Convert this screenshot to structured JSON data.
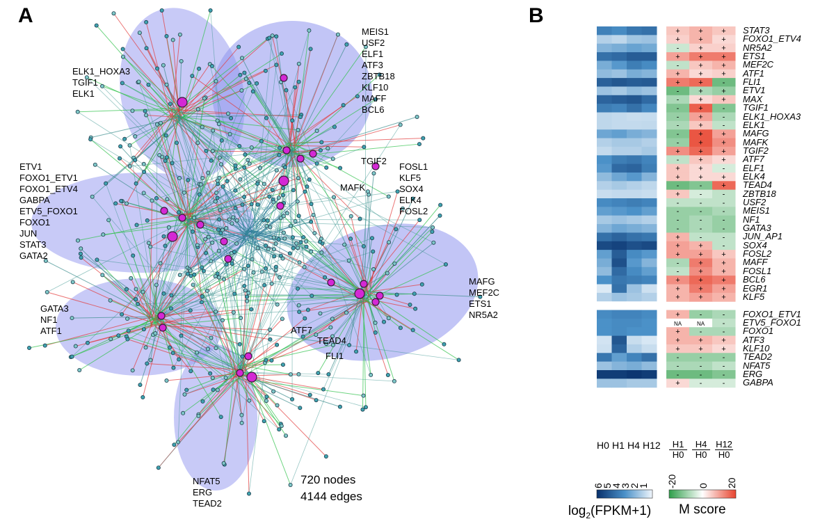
{
  "panelA": {
    "letter": "A",
    "groups": [
      [
        "ELK1_HOXA3",
        "TGIF1",
        "ELK1"
      ],
      [
        "MEIS1",
        "USF2",
        "ELF1",
        "ATF3",
        "ZBTB18",
        "KLF10",
        "MAFF",
        "BCL6"
      ],
      [
        "ETV1",
        "FOXO1_ETV1",
        "FOXO1_ETV4",
        "GABPA",
        "ETV5_FOXO1",
        "FOXO1",
        "JUN",
        "STAT3",
        "GATA2"
      ],
      [
        "TGIF2",
        "MAFK"
      ],
      [
        "FOSL1",
        "KLF5",
        "SOX4",
        "ELK4",
        "FOSL2"
      ],
      [
        "MAFG",
        "MEF2C",
        "ETS1",
        "NR5A2"
      ],
      [
        "GATA3",
        "NF1",
        "ATF1"
      ],
      [
        "ATF7",
        "TEAD4",
        "FLI1"
      ],
      [
        "NFAT5",
        "ERG",
        "TEAD2"
      ]
    ],
    "nodes_text": "720 nodes",
    "edges_text": "4144 edges"
  },
  "panelB": {
    "letter": "B",
    "tf_names": [
      "STAT3",
      "FOXO1_ETV4",
      "NR5A2",
      "ETS1",
      "MEF2C",
      "ATF1",
      "FLI1",
      "ETV1",
      "MAX",
      "TGIF1",
      "ELK1_HOXA3",
      "ELK1",
      "MAFG",
      "MAFK",
      "TGIF2",
      "ATF7",
      "ELF1",
      "ELK4",
      "TEAD4",
      "ZBTB18",
      "USF2",
      "MEIS1",
      "NF1",
      "GATA3",
      "JUN_AP1",
      "SOX4",
      "FOSL2",
      "MAFF",
      "FOSL1",
      "BCL6",
      "EGR1",
      "KLF5",
      "FOXO1_ETV1",
      "ETV5_FOXO1",
      "FOXO1",
      "ATF3",
      "KLF10",
      "TEAD2",
      "NFAT5",
      "ERG",
      "GABPA"
    ],
    "expr_columns": [
      "H0",
      "H1",
      "H4",
      "H12"
    ],
    "expr_values": [
      [
        4.5,
        4.2,
        4.8,
        5.0
      ],
      [
        2.2,
        2.0,
        2.5,
        2.6
      ],
      [
        3.0,
        3.2,
        3.5,
        3.3
      ],
      [
        5.0,
        5.2,
        5.6,
        5.6
      ],
      [
        3.2,
        3.8,
        4.6,
        4.2
      ],
      [
        2.8,
        2.6,
        3.2,
        3.0
      ],
      [
        5.5,
        5.8,
        5.6,
        5.7
      ],
      [
        2.6,
        2.4,
        2.8,
        2.6
      ],
      [
        5.4,
        5.6,
        5.8,
        5.2
      ],
      [
        4.6,
        4.4,
        5.0,
        4.3
      ],
      [
        2.0,
        1.8,
        1.6,
        1.7
      ],
      [
        2.0,
        1.8,
        1.8,
        1.9
      ],
      [
        3.4,
        3.6,
        3.2,
        3.0
      ],
      [
        2.2,
        2.4,
        2.4,
        2.2
      ],
      [
        1.8,
        2.2,
        2.2,
        2.4
      ],
      [
        4.0,
        4.6,
        4.8,
        4.4
      ],
      [
        3.8,
        5.2,
        5.4,
        4.6
      ],
      [
        2.8,
        3.4,
        3.8,
        3.0
      ],
      [
        2.2,
        2.4,
        2.2,
        2.0
      ],
      [
        1.6,
        1.8,
        1.8,
        1.6
      ],
      [
        4.2,
        4.4,
        4.6,
        4.4
      ],
      [
        3.6,
        3.8,
        4.0,
        3.6
      ],
      [
        2.4,
        2.6,
        2.4,
        2.2
      ],
      [
        3.0,
        3.4,
        3.2,
        3.0
      ],
      [
        5.0,
        5.4,
        5.0,
        4.8
      ],
      [
        6.2,
        6.4,
        6.0,
        6.2
      ],
      [
        3.6,
        5.6,
        4.2,
        3.8
      ],
      [
        3.2,
        6.0,
        3.8,
        3.0
      ],
      [
        2.8,
        5.2,
        4.2,
        3.6
      ],
      [
        4.0,
        4.8,
        4.6,
        4.4
      ],
      [
        0.8,
        5.0,
        2.6,
        1.4
      ],
      [
        2.2,
        2.6,
        2.4,
        2.2
      ],
      [
        0.4,
        0.4,
        0.4,
        0.4
      ],
      [
        4.2,
        4.4,
        4.4,
        4.2
      ],
      [
        4.0,
        4.2,
        4.2,
        4.0
      ],
      [
        4.0,
        4.2,
        4.0,
        4.0
      ],
      [
        1.2,
        5.8,
        1.6,
        1.0
      ],
      [
        1.4,
        5.4,
        2.2,
        1.6
      ],
      [
        4.8,
        3.6,
        4.4,
        5.0
      ],
      [
        2.6,
        3.0,
        3.2,
        2.8
      ],
      [
        6.6,
        6.6,
        6.8,
        6.6
      ],
      [
        2.6,
        2.6,
        2.4,
        2.4
      ]
    ],
    "mscore_columns": [
      {
        "num": "H1",
        "den": "H0"
      },
      {
        "num": "H4",
        "den": "H0"
      },
      {
        "num": "H12",
        "den": "H0"
      }
    ],
    "mscore_values": [
      [
        6,
        8,
        6
      ],
      [
        5,
        8,
        4
      ],
      [
        -5,
        5,
        5
      ],
      [
        10,
        14,
        14
      ],
      [
        -6,
        6,
        8
      ],
      [
        8,
        4,
        5
      ],
      [
        14,
        16,
        -14
      ],
      [
        -14,
        -8,
        -10
      ],
      [
        -8,
        4,
        6
      ],
      [
        -12,
        17,
        -12
      ],
      [
        -10,
        10,
        -8
      ],
      [
        -8,
        6,
        -6
      ],
      [
        -12,
        18,
        10
      ],
      [
        -10,
        18,
        12
      ],
      [
        12,
        16,
        10
      ],
      [
        -6,
        6,
        4
      ],
      [
        6,
        4,
        -4
      ],
      [
        6,
        4,
        4
      ],
      [
        -14,
        -12,
        16
      ],
      [
        6,
        -4,
        -6
      ],
      [
        -6,
        -6,
        -6
      ],
      [
        -10,
        -10,
        -8
      ],
      [
        -10,
        -8,
        -10
      ],
      [
        -10,
        -8,
        -10
      ],
      [
        8,
        -6,
        -6
      ],
      [
        10,
        8,
        -6
      ],
      [
        10,
        10,
        6
      ],
      [
        -8,
        14,
        8
      ],
      [
        -6,
        12,
        8
      ],
      [
        12,
        16,
        14
      ],
      [
        8,
        14,
        10
      ],
      [
        8,
        10,
        8
      ],
      [
        8,
        -10,
        -8
      ],
      [
        0,
        0,
        -6
      ],
      [
        8,
        -8,
        -8
      ],
      [
        8,
        8,
        6
      ],
      [
        6,
        6,
        4
      ],
      [
        -10,
        -10,
        -10
      ],
      [
        -8,
        -8,
        -6
      ],
      [
        -14,
        -14,
        -12
      ],
      [
        4,
        -4,
        -4
      ]
    ],
    "mscore_signs": [
      [
        "+",
        "+",
        "+"
      ],
      [
        "+",
        "+",
        "+"
      ],
      [
        "-",
        "+",
        "+"
      ],
      [
        "+",
        "+",
        "+"
      ],
      [
        "-",
        "+",
        "+"
      ],
      [
        "+",
        "+",
        "+"
      ],
      [
        "+",
        "+",
        "-"
      ],
      [
        "-",
        "+",
        "+"
      ],
      [
        "-",
        "+",
        "+"
      ],
      [
        "-",
        "+",
        "-"
      ],
      [
        "-",
        "+",
        "-"
      ],
      [
        "-",
        "+",
        "-"
      ],
      [
        "-",
        "+",
        "+"
      ],
      [
        "-",
        "+",
        "+"
      ],
      [
        "+",
        "+",
        "+"
      ],
      [
        "-",
        "+",
        "+"
      ],
      [
        "+",
        "+",
        "-"
      ],
      [
        "+",
        "+",
        "+"
      ],
      [
        "-",
        "-",
        "+"
      ],
      [
        "+",
        "-",
        "-"
      ],
      [
        "-",
        "-",
        "-"
      ],
      [
        "-",
        "-",
        "-"
      ],
      [
        "-",
        "-",
        "-"
      ],
      [
        "-",
        "-",
        "-"
      ],
      [
        "+",
        "-",
        "-"
      ],
      [
        "+",
        "+",
        "-"
      ],
      [
        "+",
        "+",
        "+"
      ],
      [
        "-",
        "+",
        "+"
      ],
      [
        "-",
        "+",
        "+"
      ],
      [
        "+",
        "+",
        "+"
      ],
      [
        "+",
        "+",
        "+"
      ],
      [
        "+",
        "+",
        "+"
      ],
      [
        "+",
        "-",
        "-"
      ],
      [
        "NA",
        "NA",
        "-"
      ],
      [
        "+",
        "-",
        "-"
      ],
      [
        "+",
        "+",
        "+"
      ],
      [
        "+",
        "+",
        "+"
      ],
      [
        "-",
        "-",
        "-"
      ],
      [
        "-",
        "-",
        "-"
      ],
      [
        "-",
        "-",
        "-"
      ],
      [
        "+",
        "-",
        "-"
      ]
    ],
    "legend_expr": {
      "title_main": "log",
      "title_sub": "2",
      "title_rest": "(FPKM+1)",
      "ticks": [
        "6",
        "5",
        "4",
        "3",
        "2",
        "1"
      ]
    },
    "legend_m": {
      "title": "M score",
      "ticks": [
        "-20",
        "0",
        "20"
      ]
    }
  }
}
